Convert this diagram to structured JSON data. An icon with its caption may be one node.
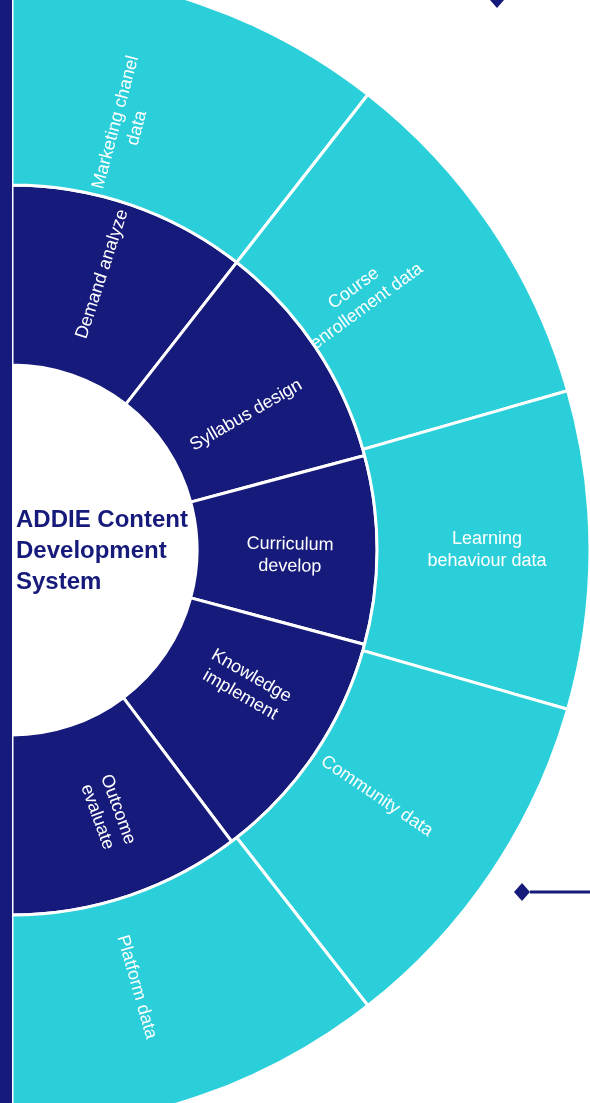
{
  "diagram": {
    "nodes": [
      {
        "text": [
          "ADDIE Content Development System"
        ]
      },
      {
        "text": [
          "Demand analyze"
        ]
      },
      {
        "text": [
          "Syllabus design"
        ]
      },
      {
        "text": [
          "Curriculum develop"
        ]
      },
      {
        "text": [
          "Knowledge implement"
        ]
      },
      {
        "text": [
          "Outcome evaluate"
        ]
      },
      {
        "text": [
          "Marketing chanel data"
        ]
      },
      {
        "text": [
          "Course enrollement data"
        ]
      },
      {
        "text": [
          "Learning behaviour data"
        ]
      },
      {
        "text": [
          "Community data"
        ]
      },
      {
        "text": [
          "Platform data"
        ]
      }
    ]
  }
}
